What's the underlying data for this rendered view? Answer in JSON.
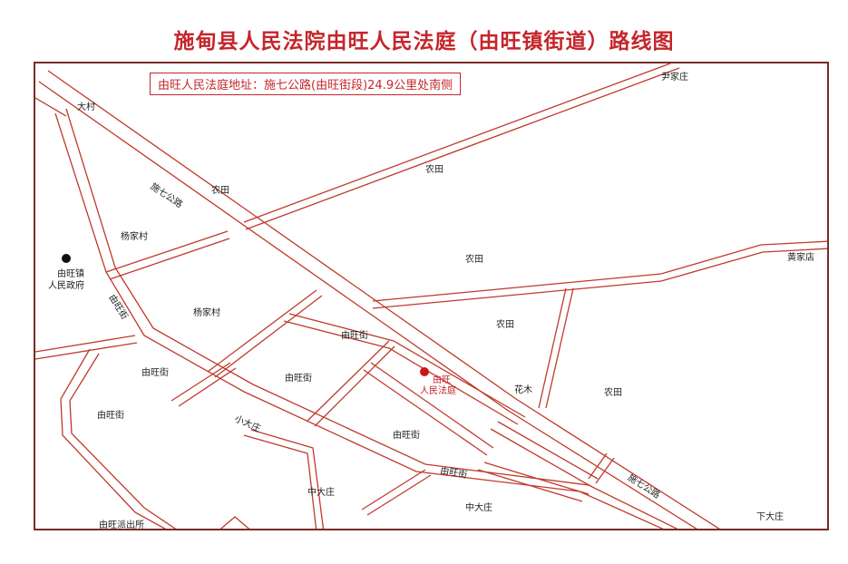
{
  "title": "施甸县人民法院由旺人民法庭（由旺镇街道）路线图",
  "address": "由旺人民法庭地址：施七公路(由旺街段)24.9公里处南侧",
  "colors": {
    "title": "#c4262b",
    "road": "#c0392b",
    "border": "#7a2c24",
    "court_dot": "#d1141c"
  },
  "labels": {
    "da_cun": "大村",
    "yin_jia_zhuang": "尹家庄",
    "nong_tian": "农田",
    "yang_jia_cun": "杨家村",
    "huang_jia_dian": "黄家店",
    "gov_line1": "由旺镇",
    "gov_line2": "人民政府",
    "you_wang_jie": "由旺街",
    "court_line1": "由旺",
    "court_line2": "人民法庭",
    "hua_mu": "花木",
    "xiao_da_zhuang": "小大庄",
    "zhong_da_zhuang": "中大庄",
    "xia_da_zhuang": "下大庄",
    "police": "由旺派出所"
  },
  "roads": {
    "shiqi_road": "施七公路",
    "youwang_street": "由旺街"
  }
}
